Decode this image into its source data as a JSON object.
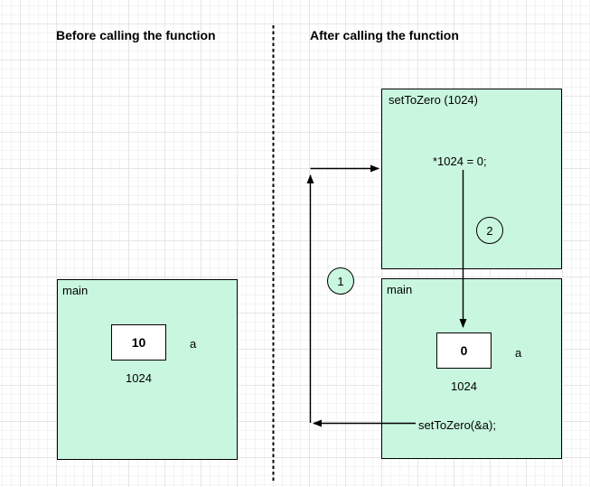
{
  "diagram": {
    "before": {
      "title": "Before calling the function",
      "main_frame": {
        "label": "main",
        "variable": {
          "value": "10",
          "name": "a",
          "address": "1024"
        }
      }
    },
    "after": {
      "title": "After calling the function",
      "settozero_frame": {
        "label": "setToZero (1024)",
        "statement": "*1024 = 0;"
      },
      "main_frame": {
        "label": "main",
        "variable": {
          "value": "0",
          "name": "a",
          "address": "1024"
        },
        "call_statement": "setToZero(&a);"
      },
      "steps": {
        "call": "1",
        "assign": "2"
      }
    },
    "colors": {
      "frame_fill": "#c9f6de",
      "stroke": "#000000",
      "grid_minor": "#f4f4f4",
      "grid_major": "#e6e6e6"
    }
  }
}
